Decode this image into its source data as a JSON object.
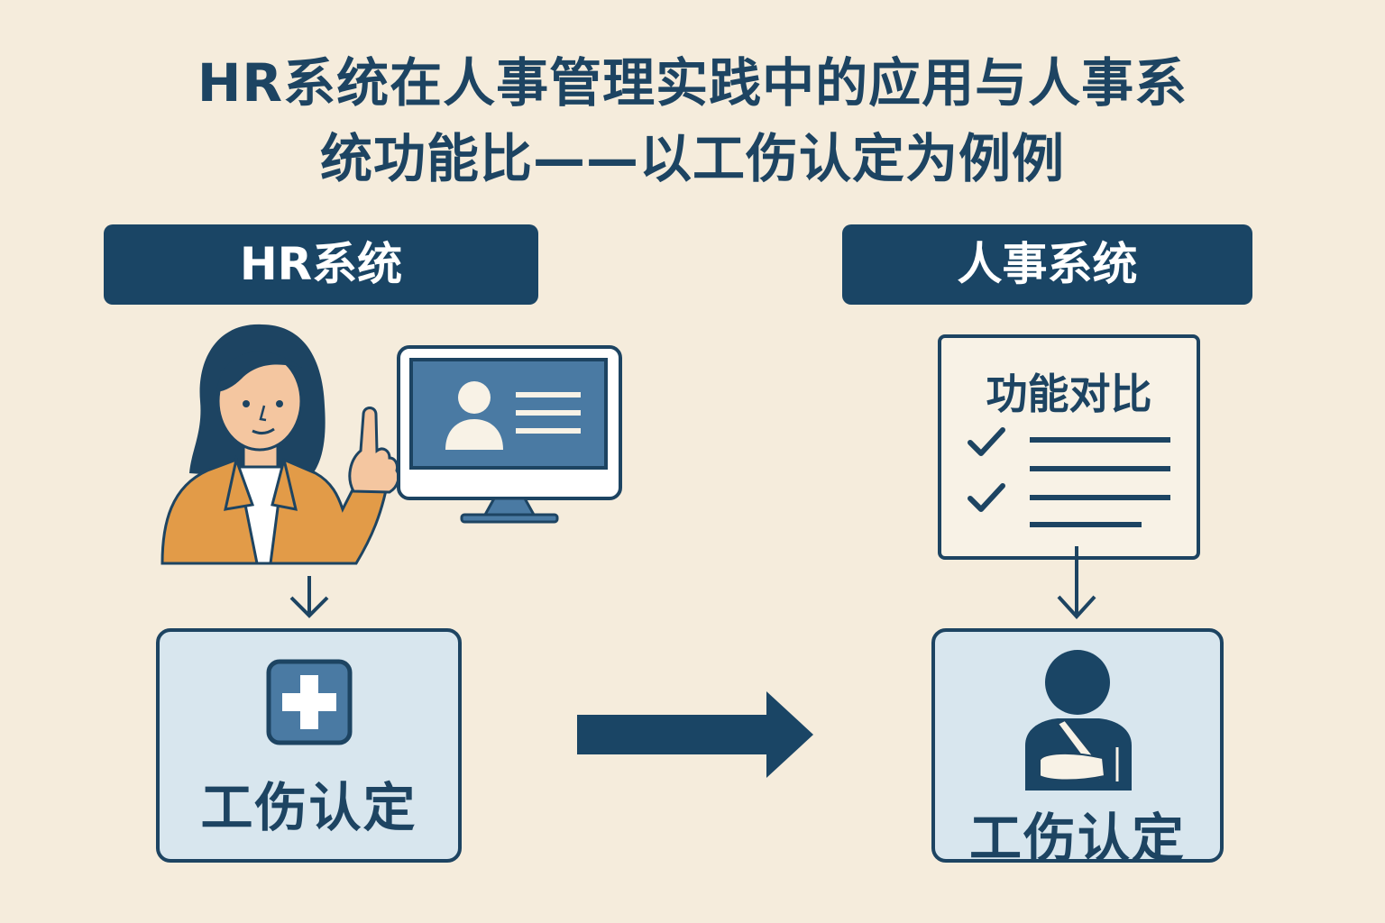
{
  "title": {
    "line1": "HR系统在人事管理实践中的应用与人事系",
    "line2": "统功能比——以工伤认定为例例"
  },
  "left_column": {
    "header": "HR系统",
    "panel_label": "工伤认定",
    "panel_icon": "medical-cross-icon"
  },
  "right_column": {
    "header": "人事系统",
    "checklist_title": "功能对比",
    "panel_label": "工伤认定",
    "panel_icon": "injured-person-icon"
  },
  "colors": {
    "background": "#f5ecdc",
    "navy": "#1a4565",
    "panel_fill": "#d8e6ee",
    "jacket": "#e29b48",
    "skin": "#f4c6a0"
  }
}
